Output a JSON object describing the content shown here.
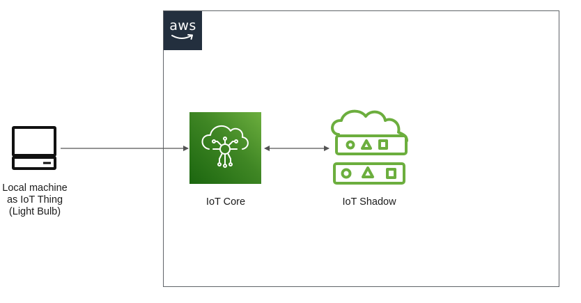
{
  "diagram": {
    "cloud_logo_text": "aws",
    "nodes": {
      "local_machine": {
        "label_lines": [
          "Local machine",
          "as IoT Thing",
          "(Light Bulb)"
        ],
        "icon": "laptop-icon"
      },
      "iot_core": {
        "label": "IoT Core",
        "icon": "iot-core-icon",
        "color": "#3f8624"
      },
      "iot_shadow": {
        "label": "IoT Shadow",
        "icon": "iot-shadow-icon",
        "color": "#6cae3e"
      }
    },
    "edges": [
      {
        "from": "local_machine",
        "to": "iot_core",
        "direction": "one-way"
      },
      {
        "from": "iot_core",
        "to": "iot_shadow",
        "direction": "two-way"
      }
    ],
    "colors": {
      "aws_dark": "#232f3e",
      "group_border": "#5f6368",
      "arrow": "#545454"
    }
  }
}
